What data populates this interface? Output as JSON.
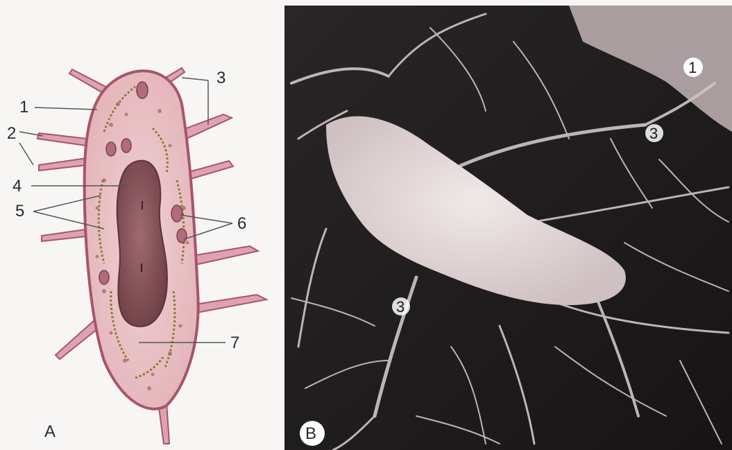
{
  "panel_a": {
    "letter": "A",
    "labels": [
      "1",
      "2",
      "3",
      "4",
      "5",
      "6",
      "7"
    ]
  },
  "panel_b": {
    "letter": "B",
    "labels": [
      "1",
      "3",
      "3"
    ]
  },
  "colors": {
    "membrane": "#a8546a",
    "cytoplasm": "#ecc9cb",
    "nucleus": "#8a5a60",
    "micrograph_dark": "#1c1a1b",
    "micrograph_light": "#ebe1e1"
  }
}
